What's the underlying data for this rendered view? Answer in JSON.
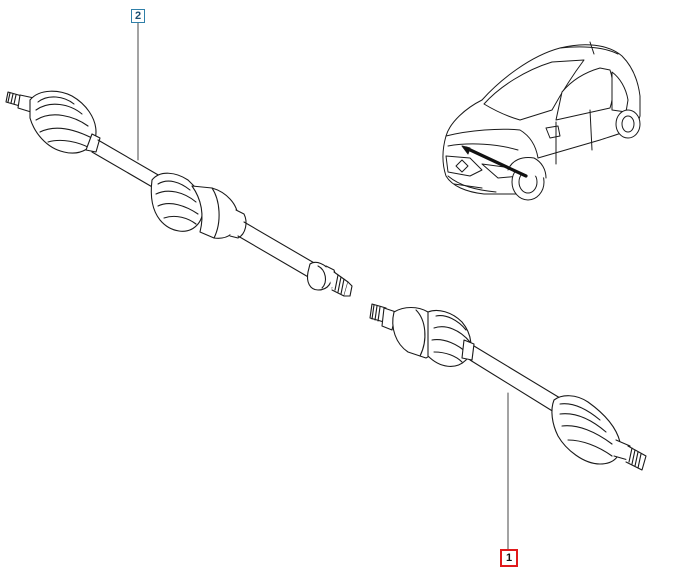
{
  "callouts": {
    "part_2": "2",
    "part_1": "1"
  },
  "colors": {
    "line": "#1a1a1a",
    "callout_2_border": "#2f7fa8",
    "callout_1_border": "#e0191b"
  },
  "icons": [
    "drive-shaft-left",
    "drive-shaft-right",
    "vehicle-location"
  ]
}
